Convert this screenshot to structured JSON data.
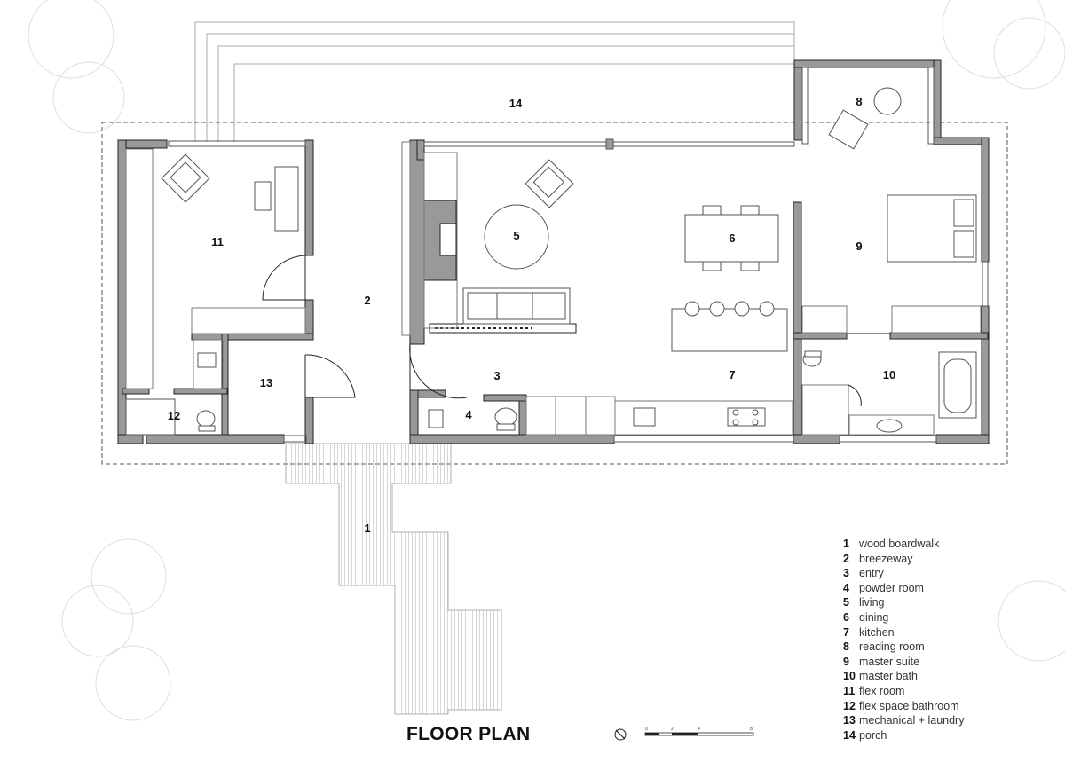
{
  "title": "FLOOR PLAN",
  "rooms": [
    {
      "num": "1",
      "name": "wood boardwalk"
    },
    {
      "num": "2",
      "name": "breezeway"
    },
    {
      "num": "3",
      "name": "entry"
    },
    {
      "num": "4",
      "name": "powder room"
    },
    {
      "num": "5",
      "name": "living"
    },
    {
      "num": "6",
      "name": "dining"
    },
    {
      "num": "7",
      "name": "kitchen"
    },
    {
      "num": "8",
      "name": "reading room"
    },
    {
      "num": "9",
      "name": "master suite"
    },
    {
      "num": "10",
      "name": "master bath"
    },
    {
      "num": "11",
      "name": "flex room"
    },
    {
      "num": "12",
      "name": "flex space bathroom"
    },
    {
      "num": "13",
      "name": "mechanical + laundry"
    },
    {
      "num": "14",
      "name": "porch"
    }
  ],
  "scale_labels": [
    "0",
    "2'",
    "4'",
    "8'"
  ],
  "colors": {
    "wall": "#999999",
    "wall_outline": "#222222",
    "line": "#777777"
  }
}
